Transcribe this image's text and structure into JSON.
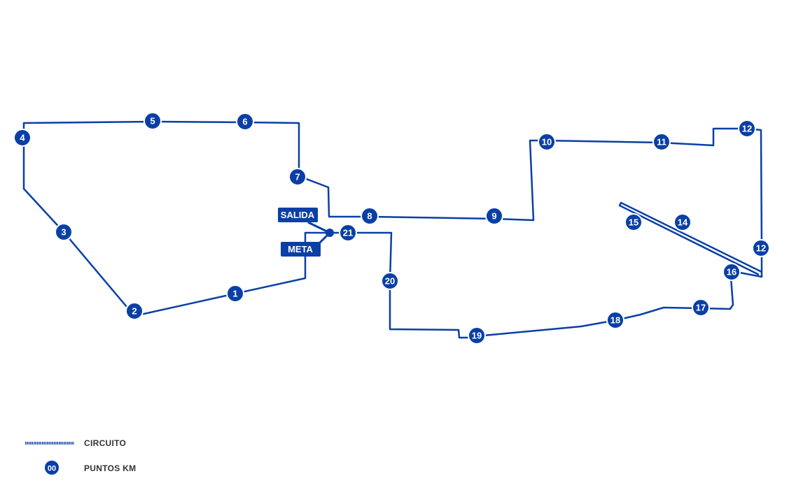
{
  "colors": {
    "route": "#0a3fa6",
    "background": "#ffffff"
  },
  "map": {
    "start_label": "SALIDA",
    "finish_label": "META",
    "km_markers": [
      {
        "label": "1"
      },
      {
        "label": "2"
      },
      {
        "label": "3"
      },
      {
        "label": "4"
      },
      {
        "label": "5"
      },
      {
        "label": "6"
      },
      {
        "label": "7"
      },
      {
        "label": "8"
      },
      {
        "label": "9"
      },
      {
        "label": "10"
      },
      {
        "label": "11"
      },
      {
        "label": "12"
      },
      {
        "label": "12"
      },
      {
        "label": "14"
      },
      {
        "label": "15"
      },
      {
        "label": "16"
      },
      {
        "label": "17"
      },
      {
        "label": "18"
      },
      {
        "label": "19"
      },
      {
        "label": "20"
      },
      {
        "label": "21"
      }
    ]
  },
  "legend": {
    "route_label": "CIRCUITO",
    "marker_label": "PUNTOS KM",
    "marker_sample": "00"
  }
}
